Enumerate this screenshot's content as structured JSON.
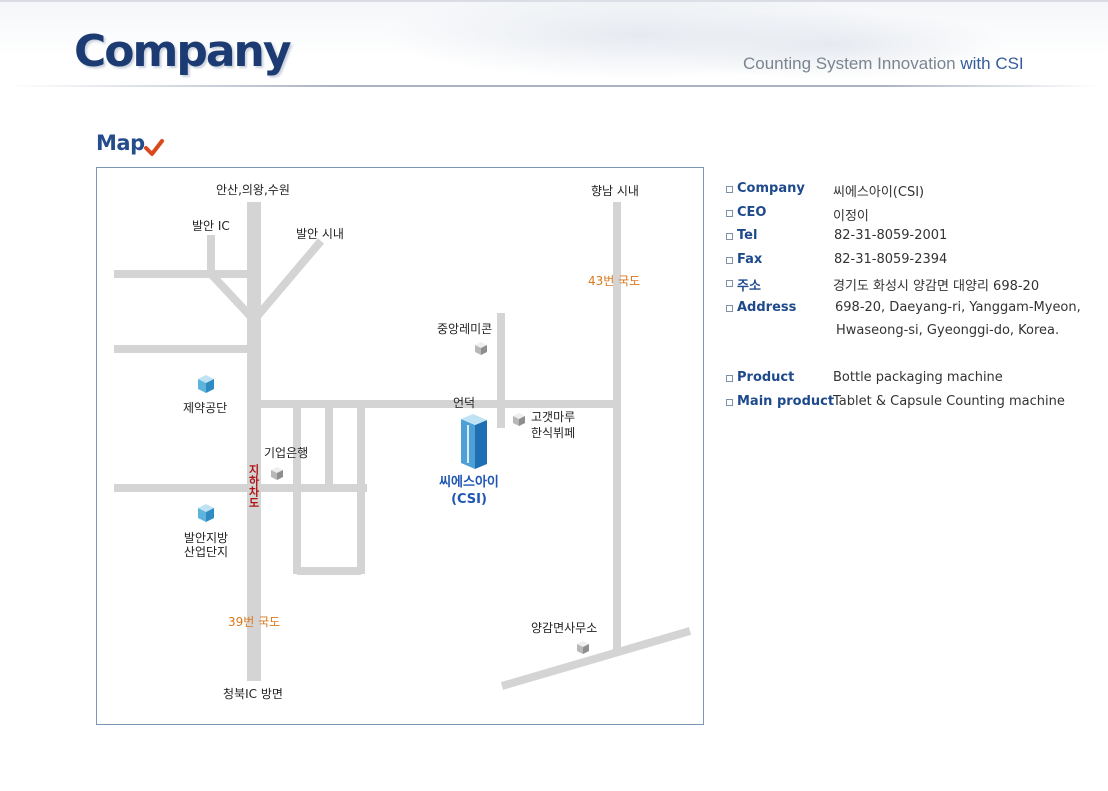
{
  "header": {
    "title": "Company",
    "slogan_prefix": "Counting System Innovation ",
    "slogan_brand": "with CSI"
  },
  "section": {
    "title": "Map"
  },
  "map": {
    "labels": {
      "ansan": "안산,의왕,수원",
      "balan_ic": "발안 IC",
      "balan_city": "발안 시내",
      "hyangnam": "향남 시내",
      "route43": "43번 국도",
      "jungang": "중앙레미콘",
      "jeyak": "제약공단",
      "eondeok": "언덕",
      "gogaet1": "고갯마루",
      "gogaet2": "한식뷔페",
      "ibk": "기업은행",
      "csi1": "씨에스아이",
      "csi2": "(CSI)",
      "underpass": "지하차도",
      "balan_ind1": "발안지방",
      "balan_ind2": "산업단지",
      "route39": "39번 국도",
      "yanggam": "양감면사무소",
      "cheongbuk": "청북IC 방면"
    }
  },
  "info": {
    "rows": [
      {
        "key": "Company",
        "value": "씨에스아이(CSI)"
      },
      {
        "key": "CEO",
        "value": "이정이"
      },
      {
        "key": "Tel",
        "value": "82-31-8059-2001"
      },
      {
        "key": "Fax",
        "value": "82-31-8059-2394"
      },
      {
        "key": "주소",
        "value": "경기도 화성시 양감면 대양리 698-20"
      },
      {
        "key": "Address",
        "value": "698-20, Daeyang-ri, Yanggam-Myeon,"
      }
    ],
    "address_line2": "Hwaseong-si, Gyeonggi-do, Korea.",
    "rows2": [
      {
        "key": "Product",
        "value": "Bottle packaging machine"
      },
      {
        "key": "Main product",
        "value": "Tablet & Capsule Counting machine"
      }
    ]
  },
  "colors": {
    "title": "#1c3b72",
    "accent": "#254c8b",
    "road": "#d4d4d4",
    "route_label": "#d9781d",
    "csi_label": "#1e55b4",
    "check": "#d8491b"
  }
}
